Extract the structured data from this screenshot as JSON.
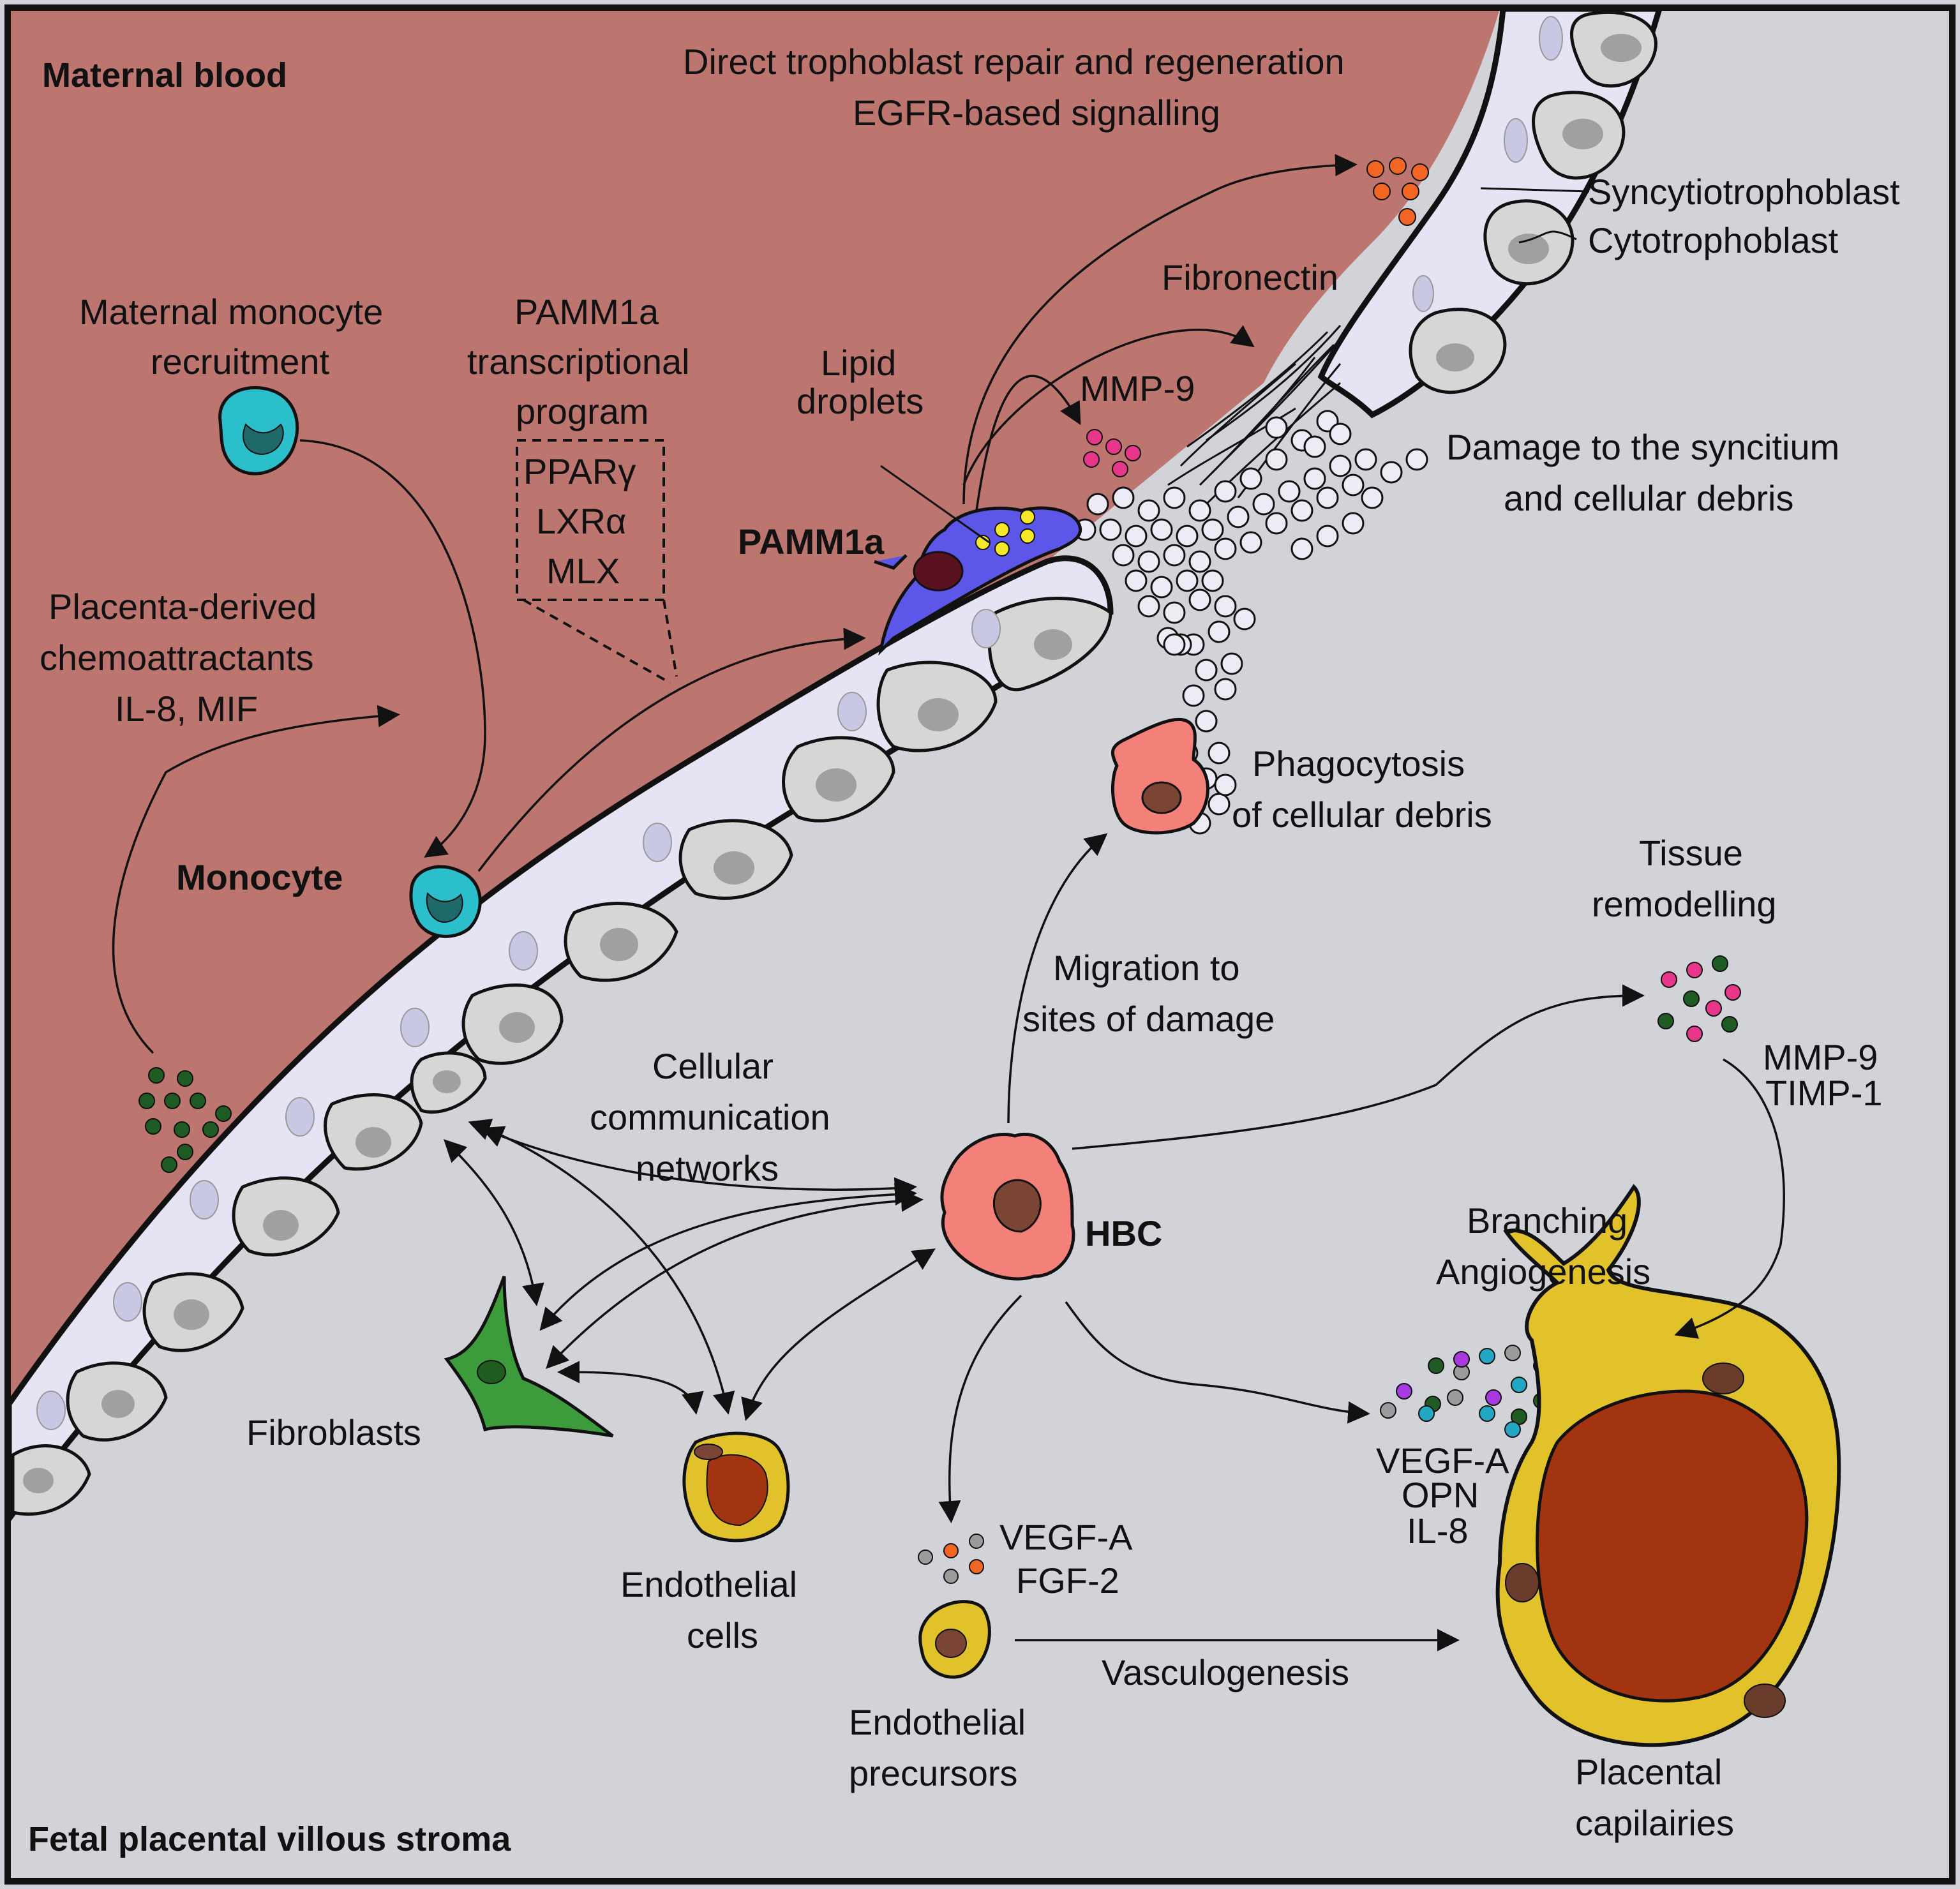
{
  "regions": {
    "maternal": "Maternal blood",
    "fetal": "Fetal placental villous stroma"
  },
  "labels": {
    "repair_line1": "Direct trophoblast repair and regeneration",
    "repair_line2": "EGFR-based signalling",
    "syncytio": "Syncytiotrophoblast",
    "cytotro": "Cytotrophoblast",
    "fibronectin": "Fibronectin",
    "mmp9_top": "MMP-9",
    "recruit_line1": "Maternal monocyte",
    "recruit_line2": "recruitment",
    "program_line1": "PAMM1a",
    "program_line2": "transcriptional",
    "program_line3": "program",
    "tf1": "PPARγ",
    "tf2": "LXRα",
    "tf3": "MLX",
    "lipid_line1": "Lipid",
    "lipid_line2": "droplets",
    "pamm": "PAMM1a",
    "damage_line1": "Damage to the syncitium",
    "damage_line2": "and cellular debris",
    "chemo_line1": "Placenta-derived",
    "chemo_line2": "chemoattractants",
    "chemo_line3": "IL-8, MIF",
    "monocyte": "Monocyte",
    "phago_line1": "Phagocytosis",
    "phago_line2": "of cellular debris",
    "tissue_line1": "Tissue",
    "tissue_line2": "remodelling",
    "migration_line1": "Migration to",
    "migration_line2": "sites of damage",
    "comm_line1": "Cellular",
    "comm_line2": "communication",
    "comm_line3": "networks",
    "mmp9_bottom": "MMP-9",
    "timp1": "TIMP-1",
    "hbc": "HBC",
    "branch_line1": "Branching",
    "branch_line2": "Angiogenesis",
    "fibroblasts": "Fibroblasts",
    "vegf_right": "VEGF-A",
    "opn": "OPN",
    "il8_right": "IL-8",
    "vegf_left": "VEGF-A",
    "fgf2": "FGF-2",
    "endo_line1": "Endothelial",
    "endo_line2": "cells",
    "vasculo": "Vasculogenesis",
    "precursor_line1": "Endothelial",
    "precursor_line2": "precursors",
    "capillary_line1": "Placental",
    "capillary_line2": "capilairies"
  },
  "colors": {
    "maternal_blood": "#BD7570",
    "stroma": "#D2D3D8",
    "trophoblast_layer": "#E6E4F4",
    "cyto_cell": "#D6D6D6",
    "nucleus_grey": "#A0A0A0",
    "syncytial_nucleus": "#C9C8E4",
    "monocyte": "#2ABFCB",
    "pamm1a": "#5C57E8",
    "hbc": "#F4807A",
    "fibroblast": "#3C9C3C",
    "endothelial": "#E2C22A",
    "capillary_lumen": "#A33412",
    "debris": "#ECEBF6",
    "orange": "#F26522",
    "pink": "#E8368A",
    "dark_green": "#1F5C24",
    "purple": "#A838E0",
    "teal": "#22A8C4",
    "grey_dot": "#9B9B9B"
  },
  "icons": [
    "monocyte-icon",
    "pamm1a-macrophage-icon",
    "hbc-macrophage-icon",
    "fibroblast-icon",
    "endothelial-cell-icon",
    "capillary-icon",
    "debris-cluster-icon",
    "chemokine-dots-icon"
  ]
}
